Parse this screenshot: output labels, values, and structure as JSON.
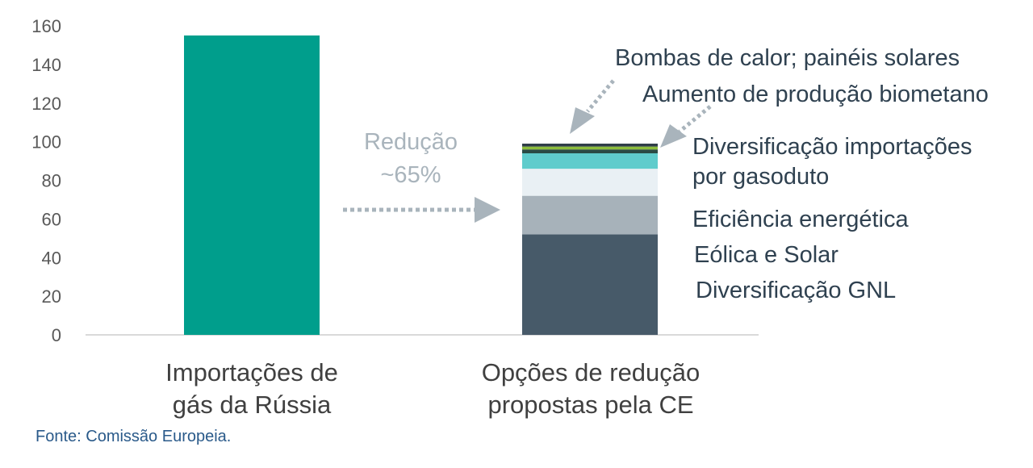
{
  "chart_data": {
    "type": "bar",
    "stacked": true,
    "ylim": [
      0,
      160
    ],
    "yticks": [
      0,
      20,
      40,
      60,
      80,
      100,
      120,
      140,
      160
    ],
    "grid": false,
    "categories": [
      "Importações de gás da Rússia",
      "Opções de redução propostas pela CE"
    ],
    "category_lines": [
      [
        "Importações de",
        "gás da Rússia"
      ],
      [
        "Opções de redução",
        "propostas pela CE"
      ]
    ],
    "series": [
      {
        "name": "Importações de gás da Rússia",
        "color": "#009e8c",
        "values": [
          155,
          0
        ]
      },
      {
        "name": "Diversificação GNL",
        "color": "#475a69",
        "values": [
          0,
          52
        ]
      },
      {
        "name": "Eólica e Solar",
        "color": "#a7b2ba",
        "values": [
          0,
          20
        ]
      },
      {
        "name": "Eficiência energética",
        "color": "#e9f0f4",
        "values": [
          0,
          14
        ]
      },
      {
        "name": "Diversificação importações por gasoduto",
        "color": "#5fcccc",
        "values": [
          0,
          8
        ]
      },
      {
        "name": "Aumento de produção biometano",
        "color": "#2a4b44",
        "values": [
          0,
          2
        ]
      },
      {
        "name": "Bombas de calor; painéis solares",
        "color": "#8cbd3c",
        "values": [
          0,
          1.5
        ]
      },
      {
        "name": "",
        "color": "#2f3d48",
        "values": [
          0,
          1.5
        ]
      }
    ],
    "annotations": {
      "reduction_line1": "Redução",
      "reduction_line2": "~65%",
      "heat_pumps": "Bombas de calor; painéis solares",
      "biomethane": "Aumento de produção biometano",
      "pipeline_line1": "Diversificação importações",
      "pipeline_line2": "por gasoduto",
      "efficiency": "Eficiência energética",
      "wind_solar": "Eólica e Solar",
      "lng": "Diversificação GNL"
    }
  },
  "source": "Fonte: Comissão Europeia.",
  "colors": {
    "axis": "#d9d9d9",
    "arrow": "#a9b4bc",
    "tick_text": "#595959",
    "category_text": "#404040",
    "annotation_text": "#2f4150",
    "source_text": "#2a5a8a"
  }
}
